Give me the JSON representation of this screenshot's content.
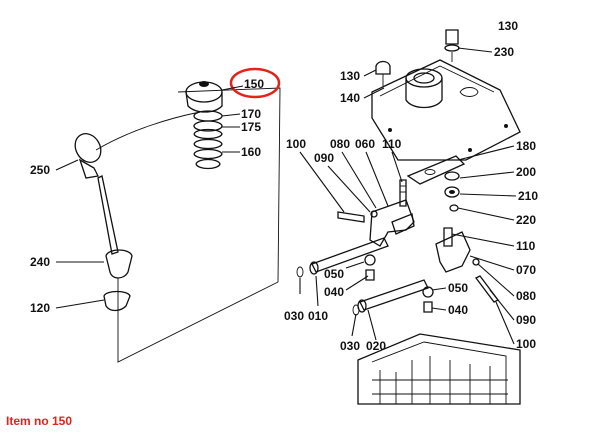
{
  "caption": "Item no 150",
  "highlight_color": "#e2231a",
  "diagram": {
    "labels": {
      "l150": "150",
      "l170": "170",
      "l175": "175",
      "l160": "160",
      "l250": "250",
      "l240": "240",
      "l120": "120",
      "l130": "130",
      "l140": "140",
      "l230": "230",
      "l130top": "130",
      "l100a": "100",
      "l090a": "090",
      "l080a": "080",
      "l060": "060",
      "l110a": "110",
      "l180": "180",
      "l200": "200",
      "l210": "210",
      "l220": "220",
      "l110b": "110",
      "l070": "070",
      "l080b": "080",
      "l090b": "090",
      "l100b": "100",
      "l050a": "050",
      "l040a": "040",
      "l050b": "050",
      "l040b": "040",
      "l030a": "030",
      "l010": "010",
      "l030b": "030",
      "l020": "020"
    }
  }
}
